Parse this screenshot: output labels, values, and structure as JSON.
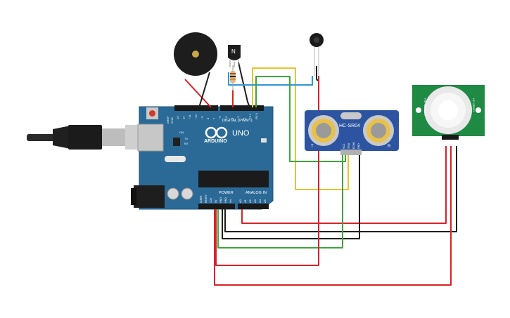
{
  "arduino": {
    "brand": "ARDUINO",
    "model": "UNO",
    "digital_label": "DIGITAL (PWM~)",
    "analog_label": "ANALOG IN",
    "power_label": "POWER",
    "aref": "AREF",
    "gnd": "GND",
    "tx": "TX",
    "rx": "RX",
    "on": "ON",
    "top_pins": [
      "13",
      "12",
      "~11",
      "~10",
      "~9",
      "8",
      "7",
      "~6",
      "~5",
      "4",
      "~3",
      "2",
      "TX 1",
      "RX 0"
    ],
    "power_pins": [
      "IOREF",
      "RESET",
      "3.3V",
      "5V",
      "GND",
      "GND",
      "Vin"
    ],
    "analog_pins": [
      "A0",
      "A1",
      "A2",
      "A3",
      "A4",
      "A5"
    ]
  },
  "ultrasonic": {
    "model": "HC-SR04",
    "left_marker": "T",
    "right_marker": "R",
    "pins": [
      "VCC",
      "TRIG",
      "ECHO",
      "GND"
    ]
  },
  "transistor": {
    "label": "N"
  },
  "pir": {
    "side_left": "PIR SENSOR",
    "side_right": "HC-SR501"
  },
  "colors": {
    "board": "#2b6a97",
    "board_dark": "#1f5379",
    "wire_red": "#d42426",
    "wire_black": "#1f1f1f",
    "wire_green": "#3aa83a",
    "wire_yellow": "#e8c42c",
    "wire_blue": "#3196d4",
    "pir_board": "#1f8a44",
    "sensor_board": "#2d54a0"
  }
}
